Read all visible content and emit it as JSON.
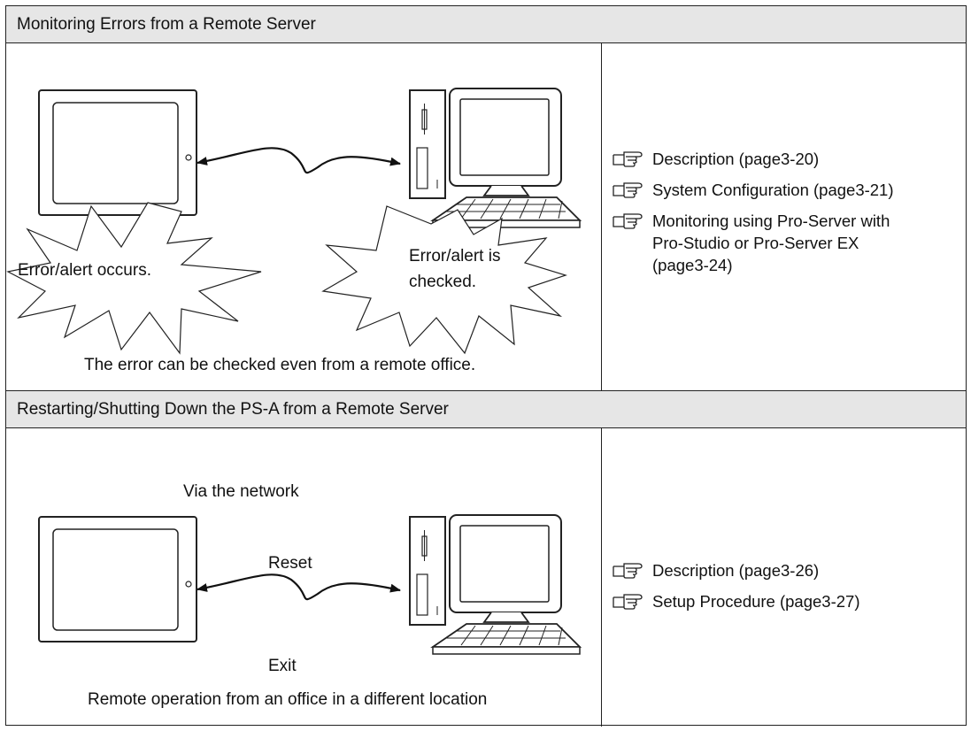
{
  "section1": {
    "title": "Monitoring Errors from a Remote Server",
    "burst_left_label": "Error/alert occurs.",
    "burst_right_label_line1": "Error/alert is",
    "burst_right_label_line2": "checked.",
    "caption": "The error can be checked even from a remote office.",
    "references": [
      {
        "icon": "pointing-hand-icon",
        "text": "Description (page3-20)"
      },
      {
        "icon": "pointing-hand-icon",
        "text": "System Configuration (page3-21)"
      },
      {
        "icon": "pointing-hand-icon",
        "line1": "Monitoring using Pro-Server with",
        "line2": "Pro-Studio or Pro-Server EX",
        "line3": "(page3-24)"
      }
    ]
  },
  "section2": {
    "title": "Restarting/Shutting Down the PS-A from a Remote Server",
    "network_label": "Via the network",
    "reset_label": "Reset",
    "exit_label": "Exit",
    "caption": "Remote operation from an office in a different location",
    "references": [
      {
        "icon": "pointing-hand-icon",
        "text": "Description (page3-26)"
      },
      {
        "icon": "pointing-hand-icon",
        "text": "Setup Procedure (page3-27)"
      }
    ]
  }
}
